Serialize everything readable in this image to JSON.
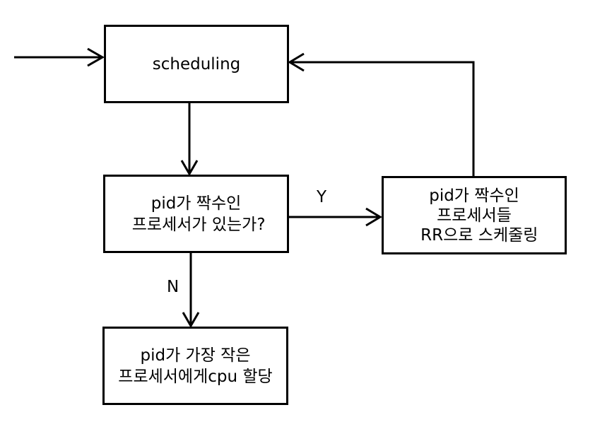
{
  "nodes": {
    "scheduling": {
      "lines": [
        "scheduling"
      ]
    },
    "decision": {
      "lines": [
        "pid가 짝수인",
        " 프로세서가 있는가?"
      ]
    },
    "rr": {
      "lines": [
        "pid가 짝수인",
        "프로세서들",
        "  RR으로 스케줄링"
      ]
    },
    "cpu": {
      "lines": [
        "pid가 가장 작은",
        "프로세서에게cpu 할당"
      ]
    }
  },
  "edges": {
    "yes_label": "Y",
    "no_label": "N"
  },
  "colors": {
    "stroke": "#000000",
    "fill": "#ffffff"
  }
}
